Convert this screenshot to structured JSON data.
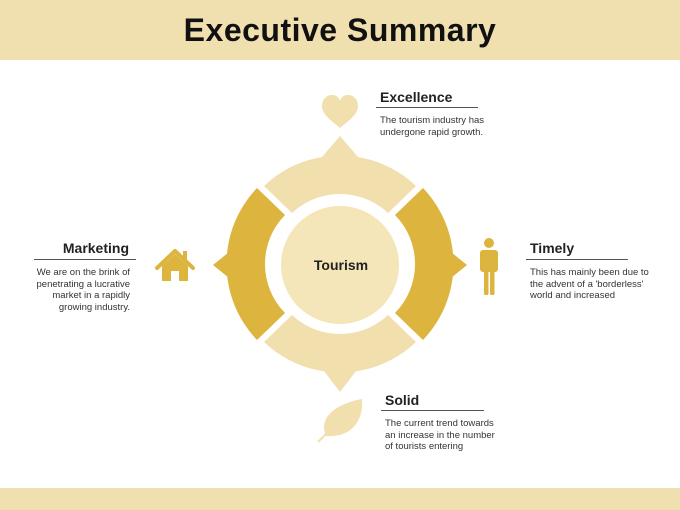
{
  "header": {
    "title": "Executive Summary"
  },
  "center": {
    "label": "Tourism"
  },
  "sections": {
    "excellence": {
      "title": "Excellence",
      "body": "The tourism industry has undergone rapid growth."
    },
    "timely": {
      "title": "Timely",
      "body": "This has mainly been due to the advent of a 'borderless' world and increased"
    },
    "solid": {
      "title": "Solid",
      "body": "The current trend towards an increase in the number of tourists entering"
    },
    "marketing": {
      "title": "Marketing",
      "body": "We are on the brink of penetrating a lucrative market in a rapidly growing industry."
    }
  },
  "icons": {
    "top": "heart-icon",
    "right": "person-icon",
    "bottom": "leaf-icon",
    "left": "house-icon"
  },
  "colors": {
    "light": "#f1e0ad",
    "dark": "#ddb43e",
    "header": "#f0e0b0",
    "center_fill": "#f4e6b8"
  }
}
